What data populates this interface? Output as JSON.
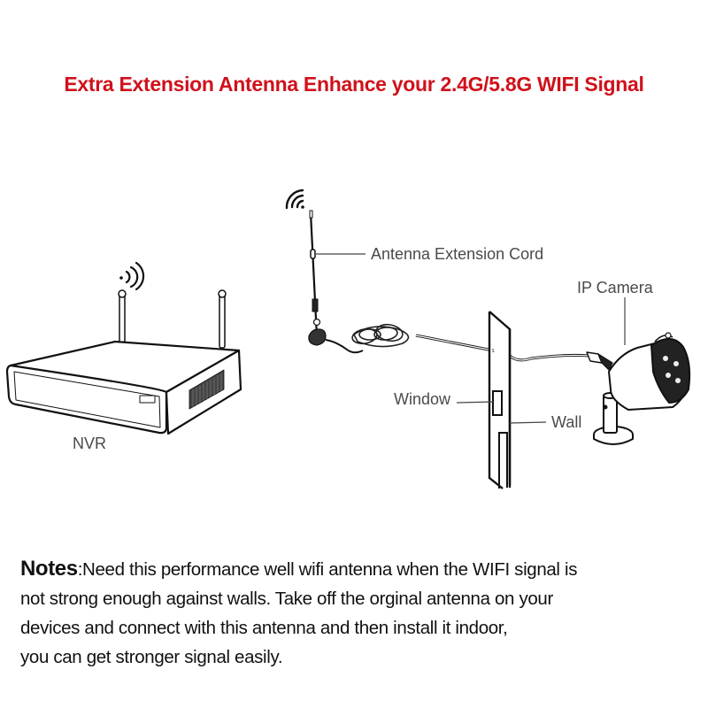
{
  "header": {
    "title": "Extra Extension Antenna Enhance your 2.4G/5.8G WIFI Signal",
    "title_color": "#d0111b"
  },
  "diagram": {
    "labels": {
      "nvr": "NVR",
      "antenna_cord": "Antenna Extension Cord",
      "ip_camera": "IP Camera",
      "window": "Window",
      "wall": "Wall"
    },
    "icons": [
      "wifi-signal-icon",
      "wifi-signal-icon"
    ],
    "line_color": "#222222",
    "label_color": "#4a4a4a"
  },
  "notes": {
    "heading": "Notes",
    "lines": [
      ":Need this performance well wifi antenna when the WIFI signal is",
      "not strong enough against walls. Take off the orginal antenna on your",
      "devices and connect with this antenna and then install it indoor,",
      "you can get stronger signal easily."
    ]
  }
}
